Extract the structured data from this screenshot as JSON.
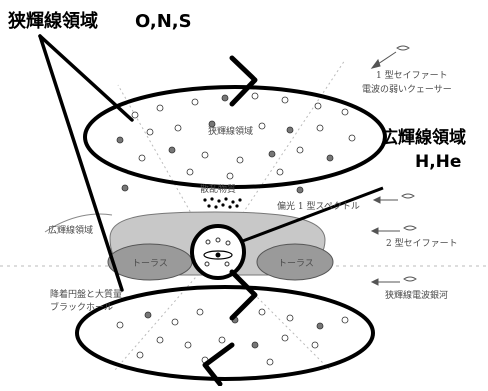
{
  "annotations": {
    "nlr_title": "狭輝線領域",
    "nlr_elements": "O,N,S",
    "blr_title": "広輝線領域",
    "blr_elements": "H,He"
  },
  "labels": {
    "seyfert1_line1": "1 型セイファート",
    "seyfert1_line2": "電波の弱いクェーサー",
    "nlr_inner": "狭輝線領域",
    "scatter": "散乱物質",
    "polarized": "偏光 1 型スペクトル",
    "blr_left": "広輝線領域",
    "seyfert2": "2 型セイファート",
    "torus_left": "トーラス",
    "torus_right": "トーラス",
    "disk_bh_line1": "降着円盤と大質量",
    "disk_bh_line2": "ブラックホール",
    "nlr_radio": "狭輝線電波銀河"
  },
  "icons": {
    "observer": "eye-icon"
  },
  "colors": {
    "torus_fill": "#c8c8c8",
    "torus_inner": "#9a9a9a",
    "ink": "#000000",
    "grey_text": "#4a4a4a",
    "background": "#ffffff"
  }
}
